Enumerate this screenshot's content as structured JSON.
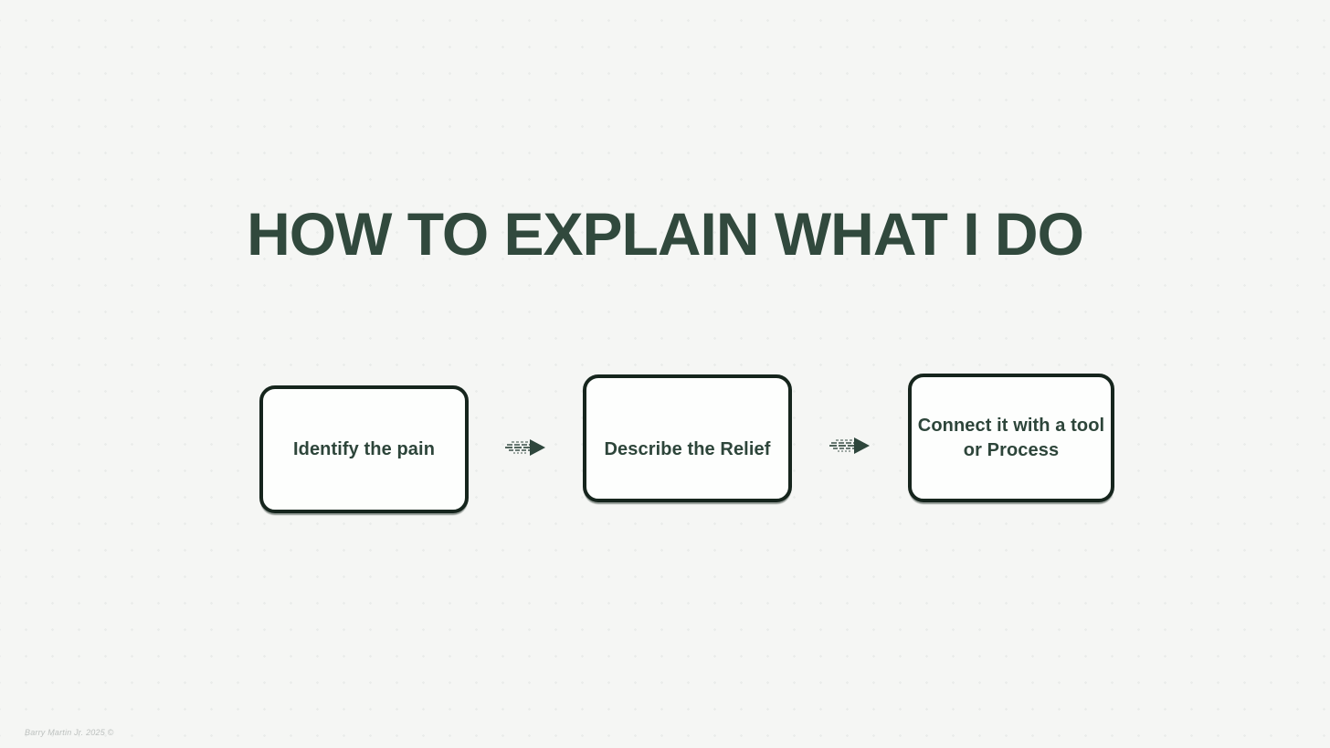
{
  "slide": {
    "title": "HOW TO EXPLAIN WHAT I DO",
    "steps": [
      {
        "label": "Identify the pain"
      },
      {
        "label": "Describe the Relief"
      },
      {
        "label": "Connect it with a tool or Process"
      }
    ],
    "arrows": [
      {
        "icon": "speed-arrow-right"
      },
      {
        "icon": "speed-arrow-right"
      }
    ],
    "credit": "Barry Martin Jr. 2025 ©",
    "colors": {
      "background": "#f5f6f4",
      "dot_grid": "#eaedea",
      "title_text": "#31493d",
      "box_border": "#16251d",
      "box_fill": "#fdfefd",
      "box_text": "#2d453a",
      "arrow": "#2e463c",
      "credit_text": "#bdc1bf"
    }
  }
}
